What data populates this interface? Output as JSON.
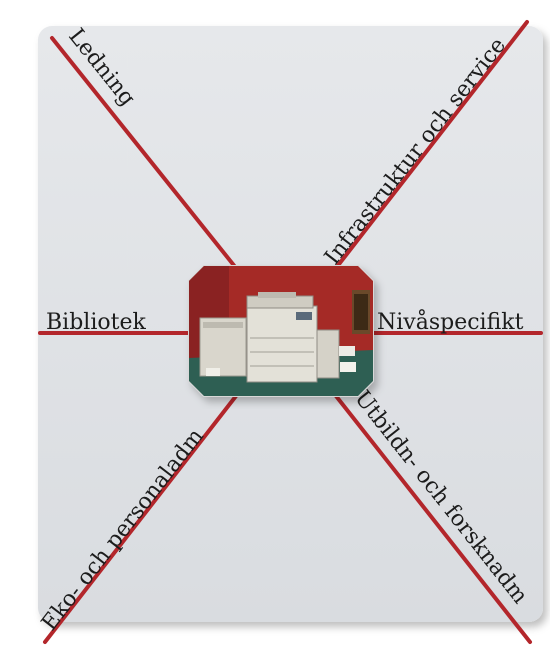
{
  "diagram": {
    "branches": [
      {
        "id": "ledning",
        "label": "Ledning"
      },
      {
        "id": "infrastruktur",
        "label": "Infrastruktur och service"
      },
      {
        "id": "bibliotek",
        "label": "Bibliotek"
      },
      {
        "id": "nivaspecifikt",
        "label": "Nivåspecifikt"
      },
      {
        "id": "eko",
        "label": "Eko- och personaladm"
      },
      {
        "id": "utbildn",
        "label": "Utbildn- och forsknadm"
      }
    ],
    "center": {
      "description": "photo of a photocopier"
    }
  },
  "colors": {
    "background_panel": "#dcdfe3",
    "line": "#b3262b",
    "center_frame": "#a82a25",
    "center_floor": "#2f5e52"
  }
}
